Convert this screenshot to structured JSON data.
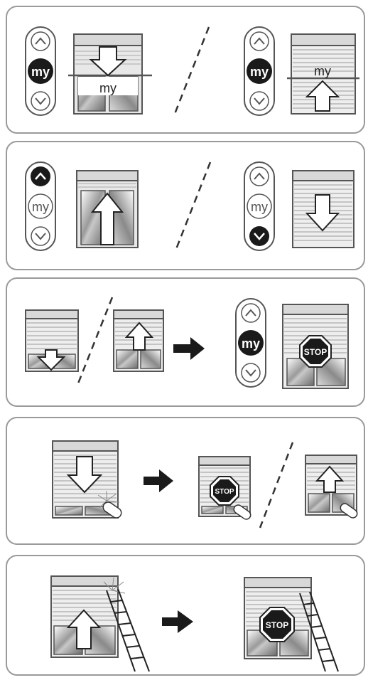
{
  "remote": {
    "my_label": "my",
    "up_icon": "chevron-up-icon",
    "down_icon": "chevron-down-icon"
  },
  "shutter": {
    "my_label": "my",
    "stop_label": "STOP"
  },
  "colors": {
    "outline": "#555555",
    "active": "#1a1a1a",
    "panel_border": "#9a9a9a"
  },
  "panels": [
    {
      "name": "my-position-panel"
    },
    {
      "name": "up-down-panel"
    },
    {
      "name": "stop-with-my-panel"
    },
    {
      "name": "obstacle-down-panel"
    },
    {
      "name": "obstacle-up-panel"
    }
  ]
}
